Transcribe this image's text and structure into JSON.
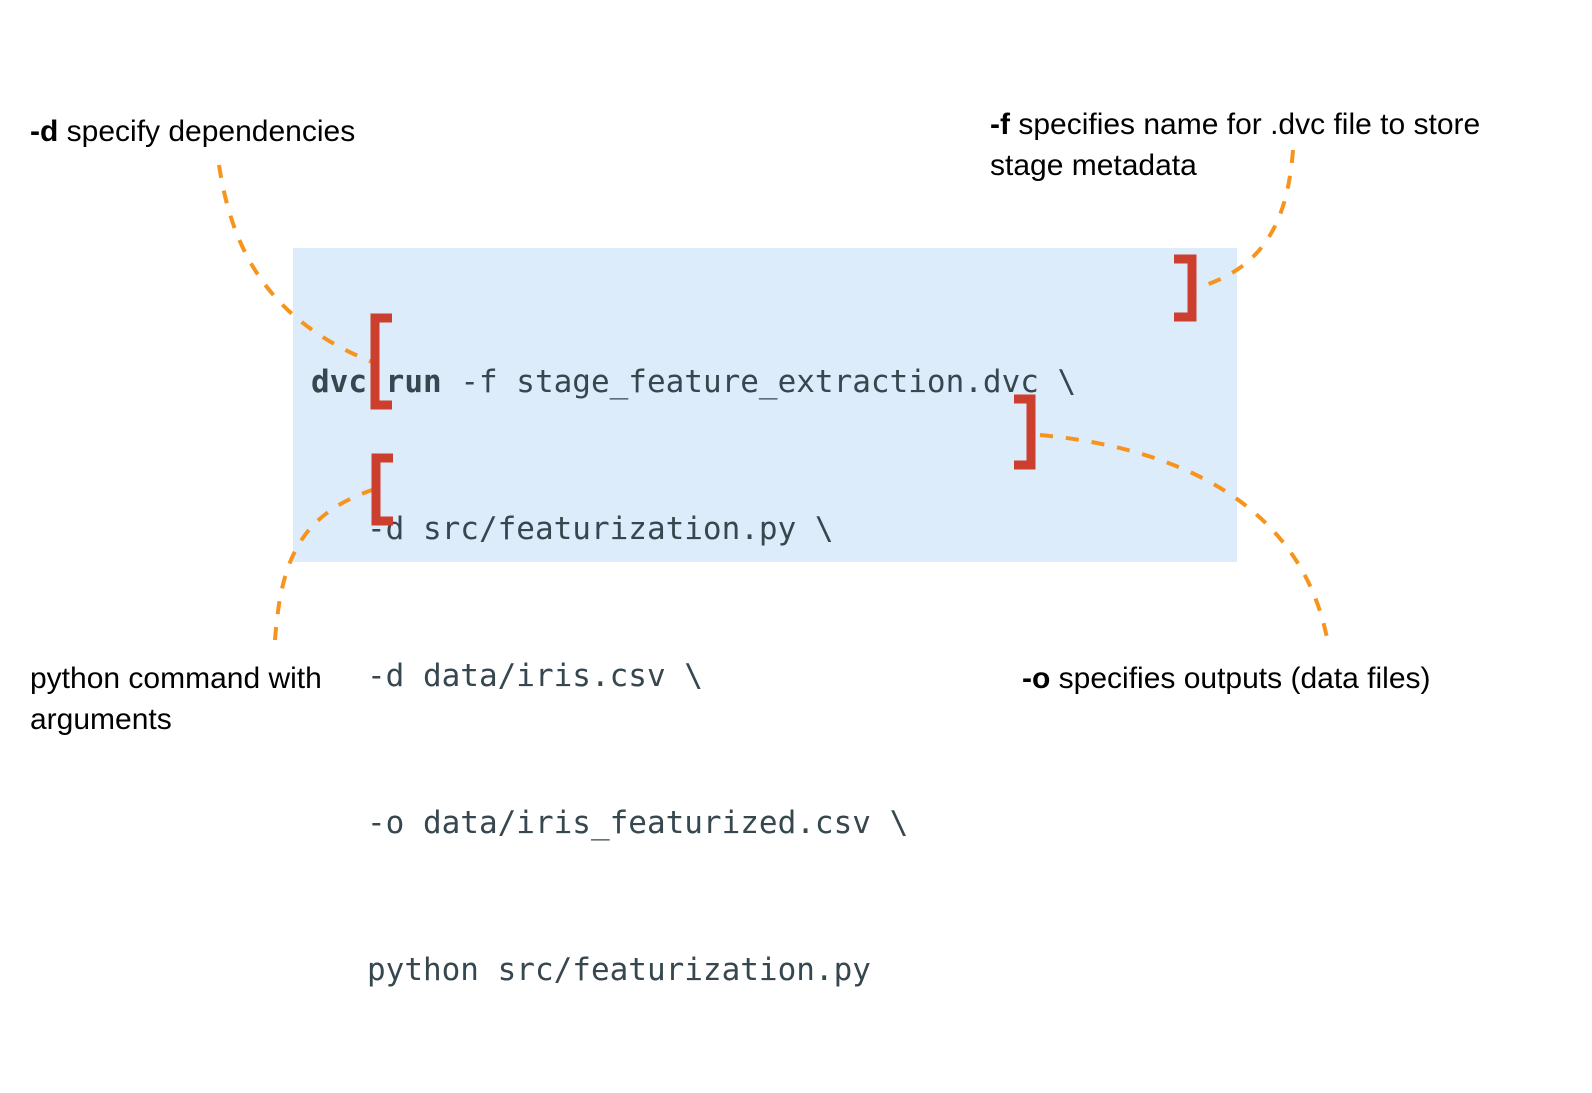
{
  "colors": {
    "code_background": "#ddecfa",
    "code_text": "#37474f",
    "bracket_red": "#cc3f2e",
    "connector_orange": "#f7941e",
    "label_text": "#000000",
    "page_background": "#ffffff"
  },
  "code": {
    "lines": [
      {
        "id": "line-1",
        "bold_prefix": "dvc run",
        "rest": " -f stage_feature_extraction.dvc \\"
      },
      {
        "id": "line-2",
        "bold_prefix": "",
        "rest": "   -d src/featurization.py \\"
      },
      {
        "id": "line-3",
        "bold_prefix": "",
        "rest": "   -d data/iris.csv \\"
      },
      {
        "id": "line-4",
        "bold_prefix": "",
        "rest": "   -o data/iris_featurized.csv \\"
      },
      {
        "id": "line-5",
        "bold_prefix": "",
        "rest": "   python src/featurization.py"
      }
    ],
    "full_text": "dvc run -f stage_feature_extraction.dvc \\\n   -d src/featurization.py \\\n   -d data/iris.csv \\\n   -o data/iris_featurized.csv \\\n   python src/featurization.py"
  },
  "annotations": [
    {
      "id": "ann-d",
      "flag": "-d",
      "text": " specify dependencies",
      "position": "top-left",
      "targets": "-d dependency lines"
    },
    {
      "id": "ann-f",
      "flag": "-f",
      "text": " specifies name for .dvc file to store stage metadata",
      "position": "top-right",
      "targets": "-f stage file name on line 1"
    },
    {
      "id": "ann-py",
      "flag": "",
      "text": "python command with arguments",
      "position": "bottom-left",
      "targets": "python src/featurization.py line"
    },
    {
      "id": "ann-o",
      "flag": "-o",
      "text": " specifies outputs (data files)",
      "position": "bottom-right",
      "targets": "-o output line"
    }
  ],
  "brackets": [
    {
      "id": "bracket-f",
      "shape": "right-bracket",
      "label": "brackets end of dvc run -f line"
    },
    {
      "id": "bracket-d",
      "shape": "left-bracket",
      "label": "brackets the two -d lines"
    },
    {
      "id": "bracket-o",
      "shape": "right-bracket",
      "label": "brackets the -o line"
    },
    {
      "id": "bracket-py",
      "shape": "left-bracket",
      "label": "brackets the python command line"
    }
  ],
  "connectors": [
    {
      "id": "connector-d",
      "from": "ann-d",
      "to": "bracket-d",
      "style": "dashed-curve"
    },
    {
      "id": "connector-f",
      "from": "ann-f",
      "to": "bracket-f",
      "style": "dashed-curve"
    },
    {
      "id": "connector-py",
      "from": "ann-py",
      "to": "bracket-py",
      "style": "dashed-curve"
    },
    {
      "id": "connector-o",
      "from": "ann-o",
      "to": "bracket-o",
      "style": "dashed-curve"
    }
  ]
}
